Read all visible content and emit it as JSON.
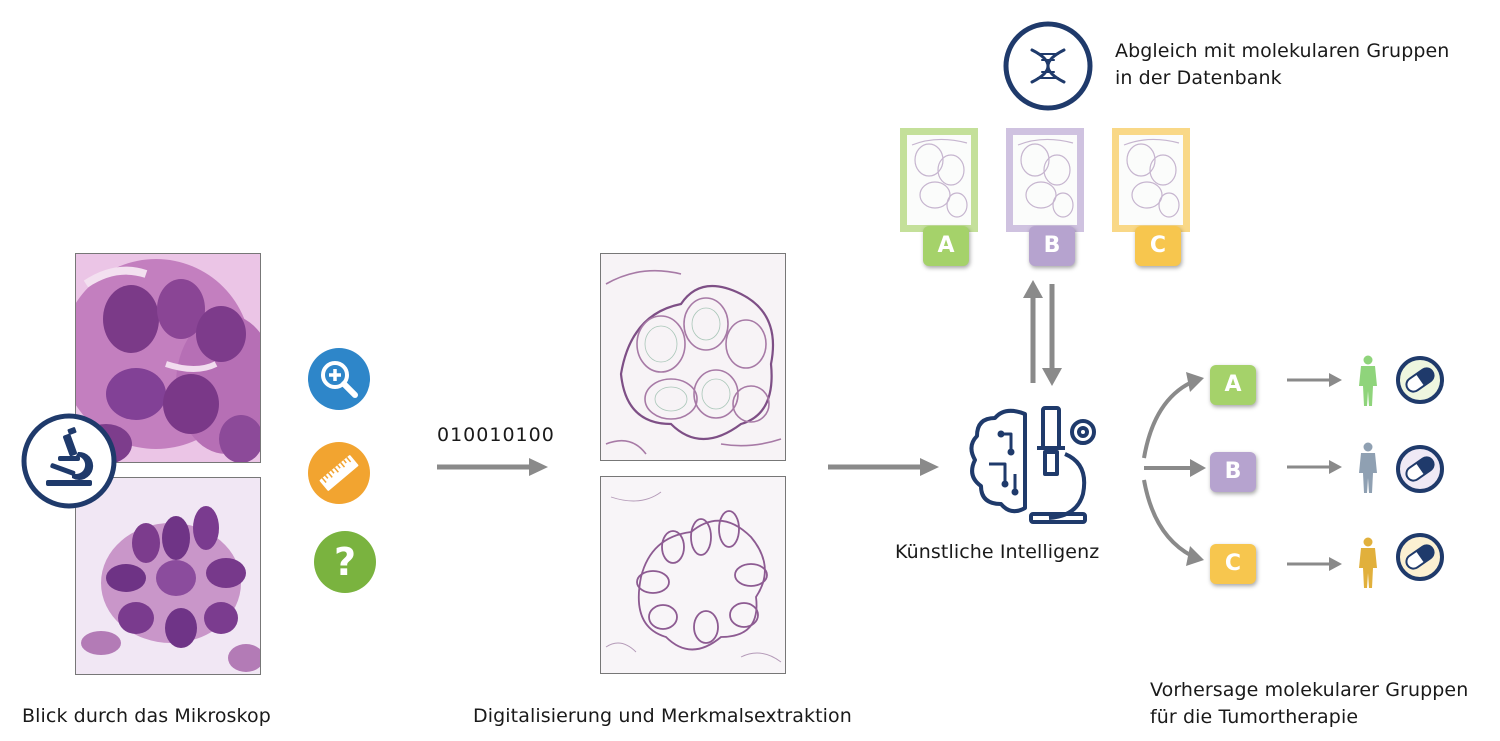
{
  "captions": {
    "microscope": "Blick durch das Mikroskop",
    "digitization": "Digitalisierung und Merkmalsextraktion",
    "ai": "Künstliche Intelligenz",
    "database_line1": "Abgleich mit molekularen Gruppen",
    "database_line2": "in der Datenbank",
    "prediction_line1": "Vorhersage molekularer Gruppen",
    "prediction_line2": "für die Tumortherapie"
  },
  "binary_code": "010010100",
  "groups": [
    {
      "label": "A",
      "color": "#a5d26a",
      "frame_color": "#c4e09a"
    },
    {
      "label": "B",
      "color": "#b6a3cf",
      "frame_color": "#cfc2e0"
    },
    {
      "label": "C",
      "color": "#f7c64e",
      "frame_color": "#f9d887"
    }
  ],
  "patient_colors": [
    "#8fd47b",
    "#8fa0b2",
    "#e1b03c"
  ],
  "colors": {
    "navy": "#1f3a6b",
    "arrow_gray": "#8a8a8a",
    "icon_blue": "#2e86c9",
    "icon_orange": "#f2a430",
    "icon_green": "#7ab33f"
  },
  "icons": [
    "microscope-icon",
    "zoom-in-icon",
    "ruler-icon",
    "question-icon",
    "dna-icon",
    "ai-brain-microscope-icon",
    "person-icon",
    "pill-icon"
  ]
}
